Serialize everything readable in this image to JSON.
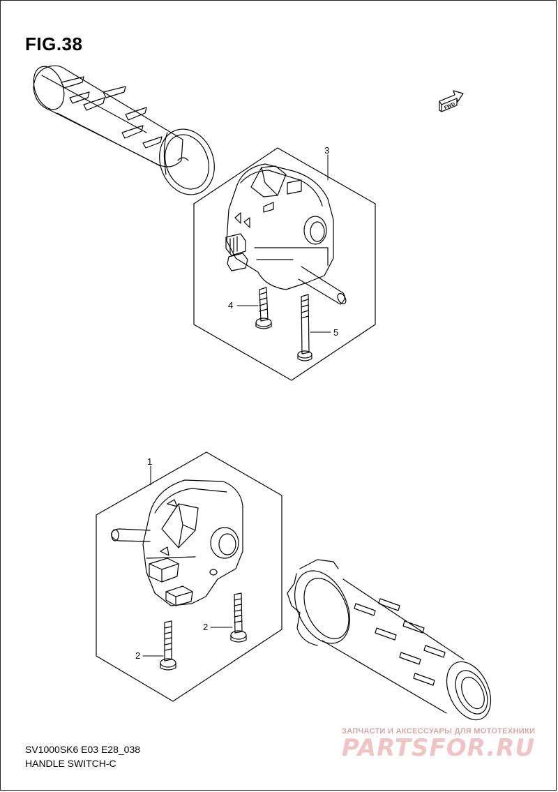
{
  "figure": {
    "title": "FIG.38"
  },
  "callouts": {
    "p1": "1",
    "p2a": "2",
    "p2b": "2",
    "p3": "3",
    "p4": "4",
    "p5": "5"
  },
  "fwd_label": "FWD",
  "footer": {
    "model_code": "SV1000SK6 E03 E28_038",
    "section_name": "HANDLE SWITCH-C"
  },
  "watermark": {
    "tagline": "ЗАПЧАСТИ И АКСЕССУАРЫ ДЛЯ МОТОТЕХНИКИ",
    "brand": "PARTSFOR.RU"
  },
  "colors": {
    "line": "#000000",
    "watermark": "#e8a8a8"
  }
}
